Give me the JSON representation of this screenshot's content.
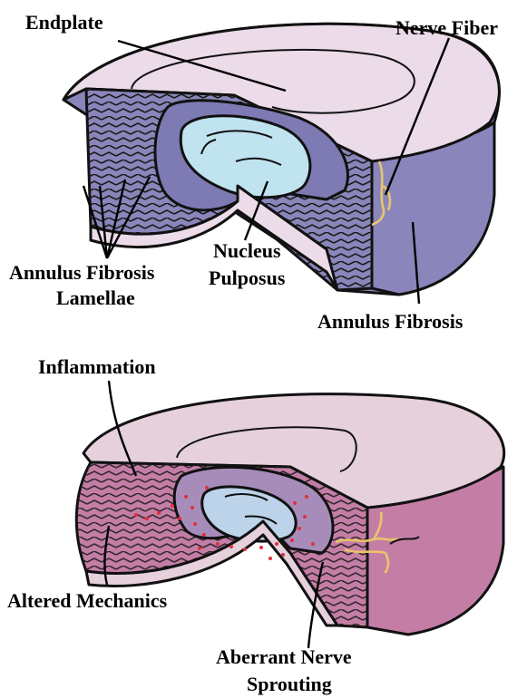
{
  "top_diagram": {
    "labels": {
      "endplate": "Endplate",
      "nerve_fiber": "Nerve Fiber",
      "lamellae_line1": "Annulus Fibrosis",
      "lamellae_line2": "Lamellae",
      "nucleus_line1": "Nucleus",
      "nucleus_line2": "Pulposus",
      "annulus": "Annulus Fibrosis"
    }
  },
  "bottom_diagram": {
    "labels": {
      "inflammation": "Inflammation",
      "altered_mechanics": "Altered Mechanics",
      "aberrant_line1": "Aberrant Nerve",
      "aberrant_line2": "Sprouting"
    }
  },
  "colors": {
    "healthy_endplate": "#ecdbe8",
    "healthy_annulus": "#8a86bb",
    "healthy_inner": "#7d7ab4",
    "healthy_nucleus": "#bfe3ef",
    "nerve": "#e9c46a",
    "degenerated_endplate": "#e5d0dc",
    "degenerated_annulus": "#c47ea6",
    "degenerated_inner": "#a78cba",
    "degenerated_nucleus": "#bcd3ea",
    "inflammation_dots": "#e0303a"
  }
}
